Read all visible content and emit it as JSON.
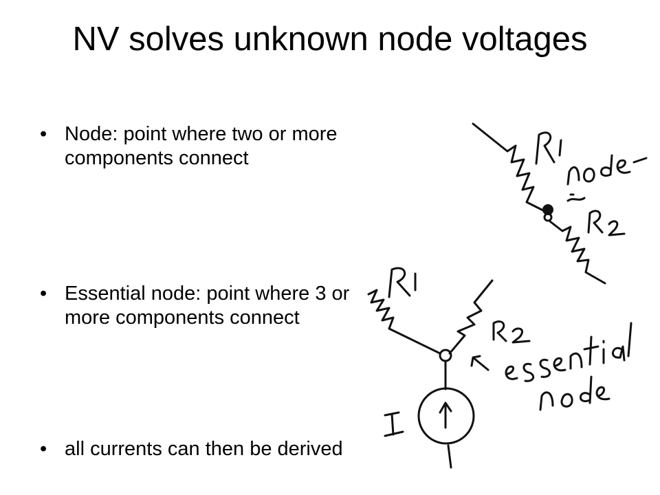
{
  "slide": {
    "title": "NV solves unknown node voltages",
    "bullets": [
      {
        "marker": "•",
        "text": "Node: point where two or more components connect"
      },
      {
        "marker": "•",
        "text": "Essential node: point where 3 or more components connect"
      },
      {
        "marker": "•",
        "text": "all currents can then be derived"
      }
    ]
  },
  "colors": {
    "background": "#ffffff",
    "text": "#000000",
    "ink": "#111111"
  },
  "handwriting": {
    "top_r1": "R1",
    "top_r2": "R2",
    "top_node": "node",
    "bottom_r1": "R1",
    "bottom_r2": "R2",
    "bottom_essential_node": "essential node",
    "source_label": "I"
  }
}
